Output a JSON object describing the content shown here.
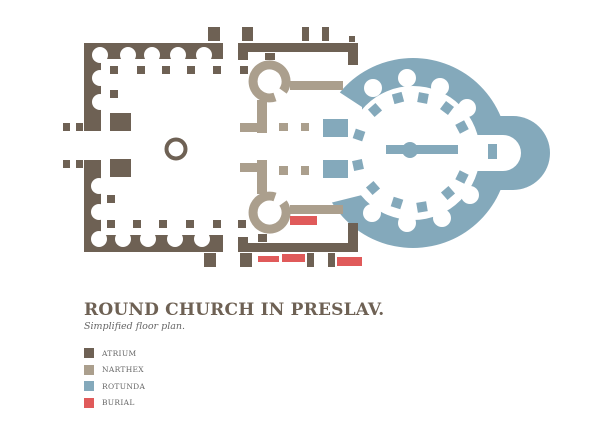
{
  "title": "ROUND CHURCH IN PRESLAV.",
  "subtitle": "Simplified floor plan.",
  "colors": {
    "atrium": "#6e6154",
    "narthex": "#ab9f8d",
    "rotunda": "#84a9bb",
    "burial": "#e05a5a"
  },
  "legend": [
    {
      "label": "ATRIUM",
      "color": "#6e6154"
    },
    {
      "label": "NARTHEX",
      "color": "#ab9f8d"
    },
    {
      "label": "ROTUNDA",
      "color": "#84a9bb"
    },
    {
      "label": "BURIAL",
      "color": "#e05a5a"
    }
  ]
}
